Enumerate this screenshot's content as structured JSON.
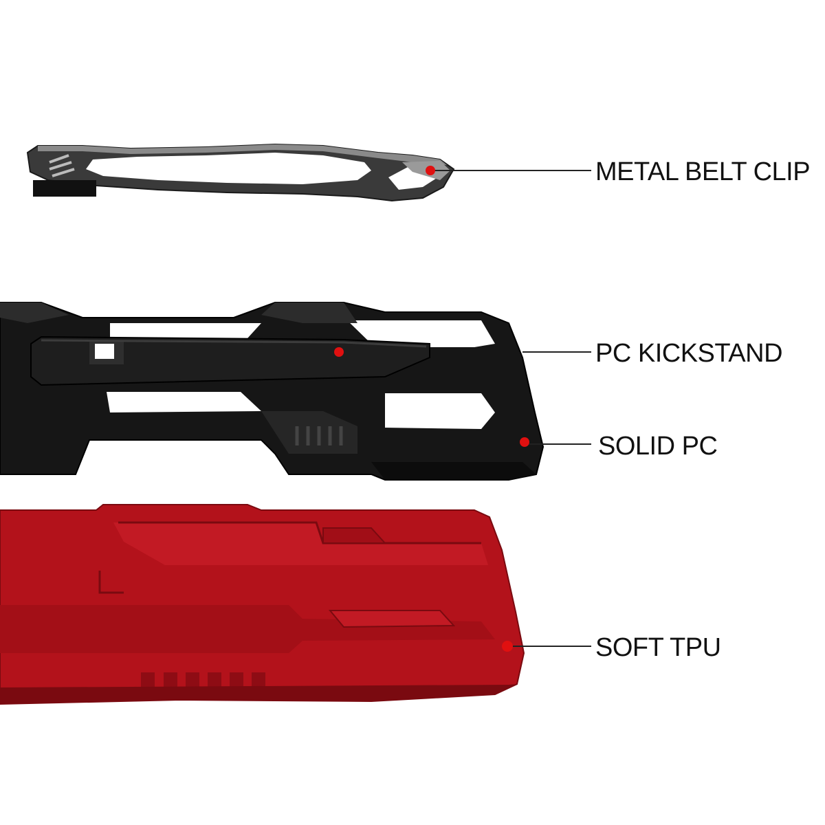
{
  "colors": {
    "background": "#ffffff",
    "metal_dark": "#2b2b2b",
    "metal_grey": "#6b6b6b",
    "pc_black": "#151515",
    "tpu_red": "#b3121b",
    "tpu_red_dark": "#7a0a10",
    "marker": "#e01010",
    "leader_line": "#222222",
    "label_text": "#111111"
  },
  "parts": [
    {
      "id": "metal-belt-clip",
      "label": "METAL BELT CLIP"
    },
    {
      "id": "pc-kickstand",
      "label": "PC KICKSTAND"
    },
    {
      "id": "solid-pc",
      "label": "SOLID PC"
    },
    {
      "id": "soft-tpu",
      "label": "SOFT TPU"
    }
  ]
}
